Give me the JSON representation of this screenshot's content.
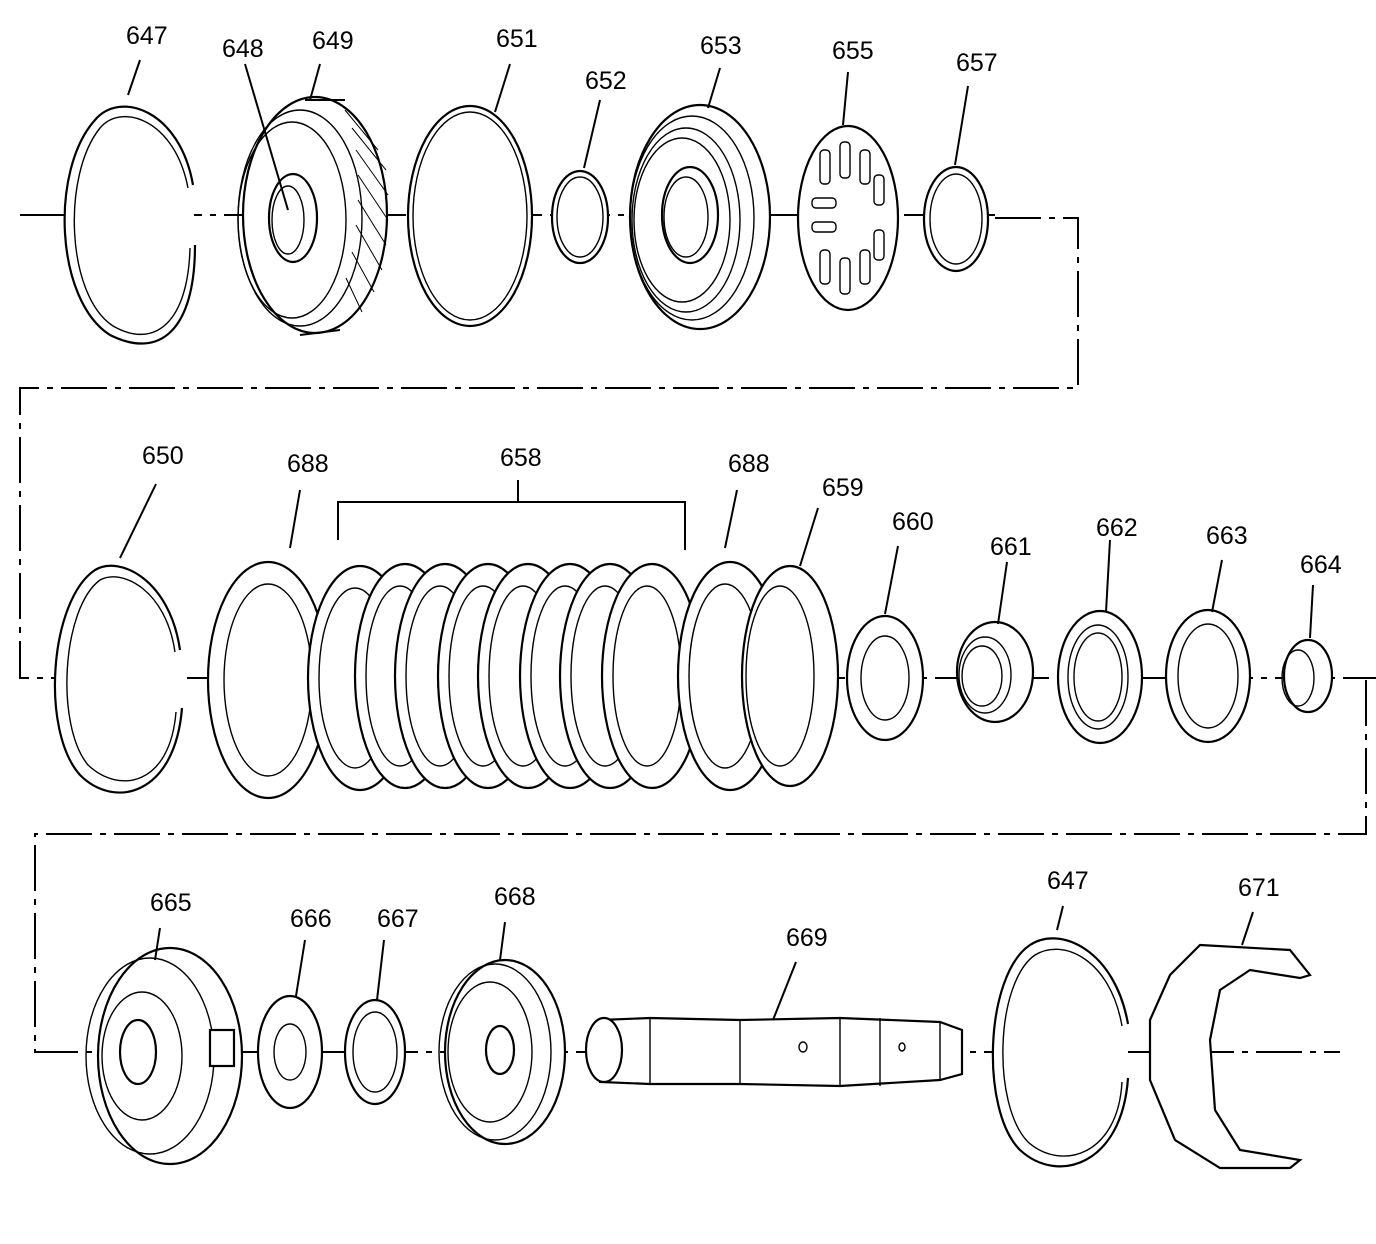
{
  "diagram": {
    "labels": {
      "l647a": "647",
      "l648": "648",
      "l649": "649",
      "l651": "651",
      "l652": "652",
      "l653": "653",
      "l655": "655",
      "l657": "657",
      "l650": "650",
      "l688a": "688",
      "l658": "658",
      "l688b": "688",
      "l659": "659",
      "l660": "660",
      "l661": "661",
      "l662": "662",
      "l663": "663",
      "l664": "664",
      "l665": "665",
      "l666": "666",
      "l667": "667",
      "l668": "668",
      "l669": "669",
      "l647b": "647",
      "l671": "671"
    }
  }
}
